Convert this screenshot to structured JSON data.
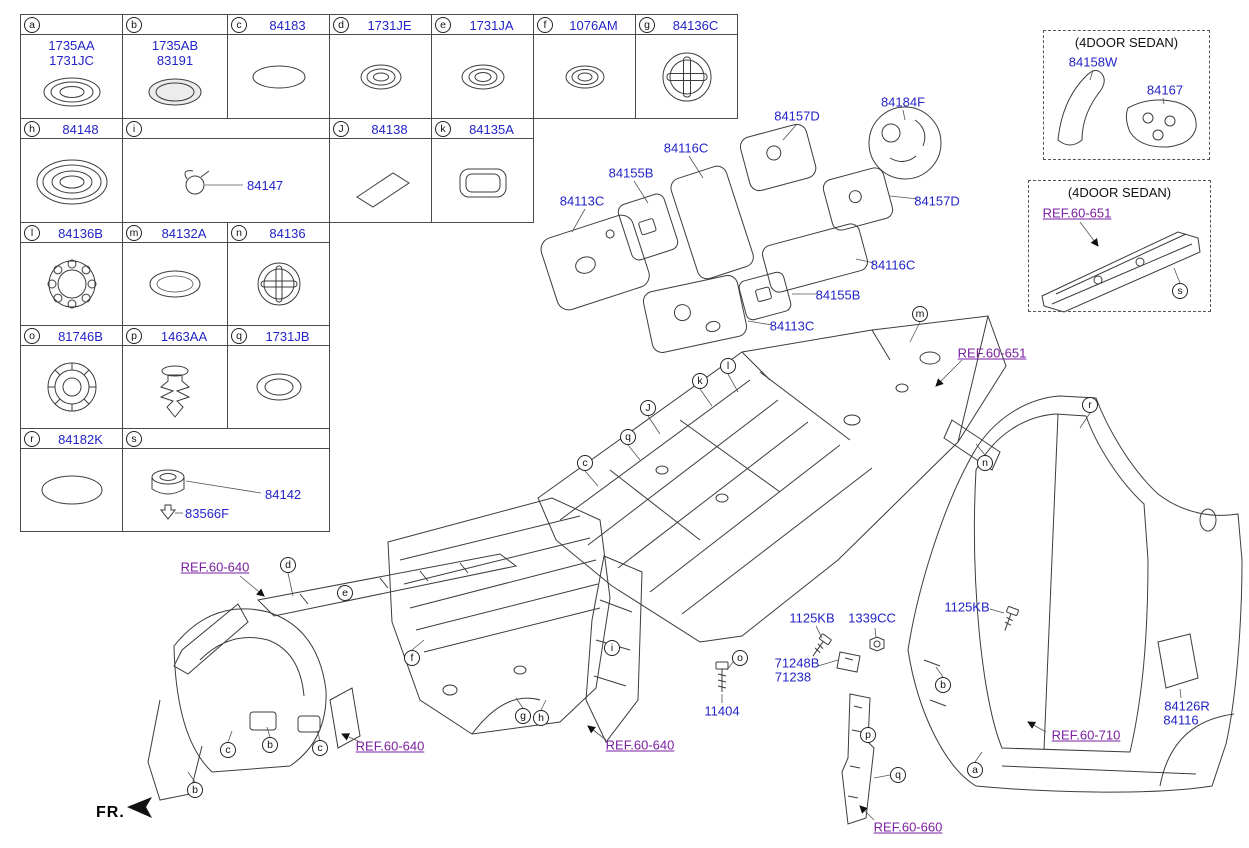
{
  "colors": {
    "label": "#2323c8",
    "ref": "#7a1fa0",
    "line": "#3c3c3c"
  },
  "fr_label": "FR.",
  "table": {
    "cells": [
      {
        "letter": "a",
        "codes": [
          "1735AA",
          "1731JC"
        ]
      },
      {
        "letter": "b",
        "codes": [
          "1735AB",
          "83191"
        ]
      },
      {
        "letter": "c",
        "codes": [
          "84183"
        ]
      },
      {
        "letter": "d",
        "codes": [
          "1731JE"
        ]
      },
      {
        "letter": "e",
        "codes": [
          "1731JA"
        ]
      },
      {
        "letter": "f",
        "codes": [
          "1076AM"
        ]
      },
      {
        "letter": "g",
        "codes": [
          "84136C"
        ]
      },
      {
        "letter": "h",
        "codes": [
          "84148"
        ]
      },
      {
        "letter": "i",
        "codes": [
          "84147"
        ]
      },
      {
        "letter": "J",
        "codes": [
          "84138"
        ]
      },
      {
        "letter": "k",
        "codes": [
          "84135A"
        ]
      },
      {
        "letter": "l",
        "codes": [
          "84136B"
        ]
      },
      {
        "letter": "m",
        "codes": [
          "84132A"
        ]
      },
      {
        "letter": "n",
        "codes": [
          "84136"
        ]
      },
      {
        "letter": "o",
        "codes": [
          "81746B"
        ]
      },
      {
        "letter": "p",
        "codes": [
          "1463AA"
        ]
      },
      {
        "letter": "q",
        "codes": [
          "1731JB"
        ]
      },
      {
        "letter": "r",
        "codes": [
          "84182K"
        ]
      },
      {
        "letter": "s",
        "codes": [
          "84142",
          "83566F"
        ]
      }
    ]
  },
  "boxes": [
    {
      "title": "(4DOOR SEDAN)"
    },
    {
      "title": "(4DOOR SEDAN)"
    }
  ],
  "callouts": [
    {
      "text": "84158W"
    },
    {
      "text": "84167"
    },
    {
      "text": "84157D"
    },
    {
      "text": "84184F"
    },
    {
      "text": "84116C"
    },
    {
      "text": "84155B"
    },
    {
      "text": "84113C"
    },
    {
      "text": "84157D"
    },
    {
      "text": "84116C"
    },
    {
      "text": "84155B"
    },
    {
      "text": "84113C"
    },
    {
      "text": "1125KB"
    },
    {
      "text": "1339CC"
    },
    {
      "text": "1125KB"
    },
    {
      "text": "71248B"
    },
    {
      "text": "71238"
    },
    {
      "text": "11404"
    },
    {
      "text": "84126R"
    },
    {
      "text": "84116"
    }
  ],
  "refs": [
    {
      "text": "REF.60-651"
    },
    {
      "text": "REF.60-651"
    },
    {
      "text": "REF.60-640"
    },
    {
      "text": "REF.60-640"
    },
    {
      "text": "REF.60-640"
    },
    {
      "text": "REF.60-710"
    },
    {
      "text": "REF.60-660"
    }
  ],
  "letters": [
    {
      "ch": "m"
    },
    {
      "ch": "l"
    },
    {
      "ch": "k"
    },
    {
      "ch": "J"
    },
    {
      "ch": "q"
    },
    {
      "ch": "c"
    },
    {
      "ch": "n"
    },
    {
      "ch": "r"
    },
    {
      "ch": "s"
    },
    {
      "ch": "d"
    },
    {
      "ch": "e"
    },
    {
      "ch": "f"
    },
    {
      "ch": "i"
    },
    {
      "ch": "g"
    },
    {
      "ch": "h"
    },
    {
      "ch": "c"
    },
    {
      "ch": "b"
    },
    {
      "ch": "c"
    },
    {
      "ch": "b"
    },
    {
      "ch": "o"
    },
    {
      "ch": "b"
    },
    {
      "ch": "p"
    },
    {
      "ch": "q"
    },
    {
      "ch": "a"
    }
  ]
}
